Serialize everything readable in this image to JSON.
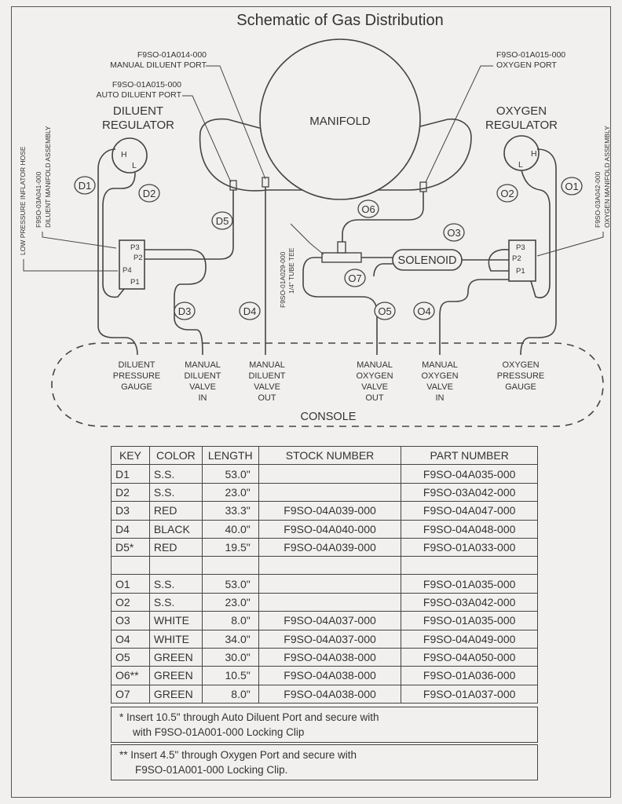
{
  "title": "Schematic of Gas Distribution",
  "labels": {
    "manifold": "MANIFOLD",
    "diluent_regulator": [
      "DILUENT",
      "REGULATOR"
    ],
    "oxygen_regulator": [
      "OXYGEN",
      "REGULATOR"
    ],
    "solenoid": "SOLENOID",
    "console": "CONSOLE",
    "manual_diluent_port": [
      "F9SO-01A014-000",
      "MANUAL DILUENT PORT"
    ],
    "auto_diluent_port": [
      "F9SO-01A015-000",
      "AUTO DILUENT PORT"
    ],
    "oxygen_port": [
      "F9SO-01A015-000",
      "OXYGEN PORT"
    ],
    "low_pressure_hose": "LOW PRESSURE INFLATOR HOSE",
    "diluent_manifold_assembly": [
      "F9SO-03A041-000",
      "DILUENT MANIFOLD ASSEMBLY"
    ],
    "oxygen_manifold_assembly": [
      "F9SO-03A042-000",
      "OXYGEN MANIFOLD ASSEMBLY"
    ],
    "tube_tee": [
      "F9SO-01A029-000",
      "1/4\" TUBE TEE"
    ],
    "gauge_h": "H",
    "gauge_l": "L",
    "ports": [
      "P3",
      "P2",
      "P4",
      "P1"
    ]
  },
  "tube_keys": [
    "D1",
    "D2",
    "D3",
    "D4",
    "D5",
    "O1",
    "O2",
    "O3",
    "O4",
    "O5",
    "O6",
    "O7"
  ],
  "console_items": [
    [
      "DILUENT",
      "PRESSURE",
      "GAUGE"
    ],
    [
      "MANUAL",
      "DILUENT",
      "VALVE",
      "IN"
    ],
    [
      "MANUAL",
      "DILUENT",
      "VALVE",
      "OUT"
    ],
    [
      "MANUAL",
      "OXYGEN",
      "VALVE",
      "OUT"
    ],
    [
      "MANUAL",
      "OXYGEN",
      "VALVE",
      "IN"
    ],
    [
      "OXYGEN",
      "PRESSURE",
      "GAUGE"
    ]
  ],
  "table": {
    "headers": [
      "KEY",
      "COLOR",
      "LENGTH",
      "STOCK NUMBER",
      "PART NUMBER"
    ],
    "rows": [
      [
        "D1",
        "S.S.",
        "53.0\"",
        "",
        "F9SO-04A035-000"
      ],
      [
        "D2",
        "S.S.",
        "23.0\"",
        "",
        "F9SO-03A042-000"
      ],
      [
        "D3",
        "RED",
        "33.3\"",
        "F9SO-04A039-000",
        "F9SO-04A047-000"
      ],
      [
        "D4",
        "BLACK",
        "40.0\"",
        "F9SO-04A040-000",
        "F9SO-04A048-000"
      ],
      [
        "D5*",
        "RED",
        "19.5\"",
        "F9SO-04A039-000",
        "F9SO-01A033-000"
      ],
      [
        "",
        "",
        "",
        "",
        ""
      ],
      [
        "O1",
        "S.S.",
        "53.0\"",
        "",
        "F9SO-01A035-000"
      ],
      [
        "O2",
        "S.S.",
        "23.0\"",
        "",
        "F9SO-03A042-000"
      ],
      [
        "O3",
        "WHITE",
        "8.0\"",
        "F9SO-04A037-000",
        "F9SO-01A035-000"
      ],
      [
        "O4",
        "WHITE",
        "34.0\"",
        "F9SO-04A037-000",
        "F9SO-04A049-000"
      ],
      [
        "O5",
        "GREEN",
        "30.0\"",
        "F9SO-04A038-000",
        "F9SO-04A050-000"
      ],
      [
        "O6**",
        "GREEN",
        "10.5\"",
        "F9SO-04A038-000",
        "F9SO-01A036-000"
      ],
      [
        "O7",
        "GREEN",
        "8.0\"",
        "F9SO-04A038-000",
        "F9SO-01A037-000"
      ]
    ]
  },
  "notes": [
    [
      "*   Insert 10.5\" through Auto Diluent Port and secure with",
      "with F9SO-01A001-000 Locking Clip"
    ],
    [
      "**  Insert 4.5\" through Oxygen Port and secure with",
      "F9SO-01A001-000 Locking Clip."
    ]
  ]
}
